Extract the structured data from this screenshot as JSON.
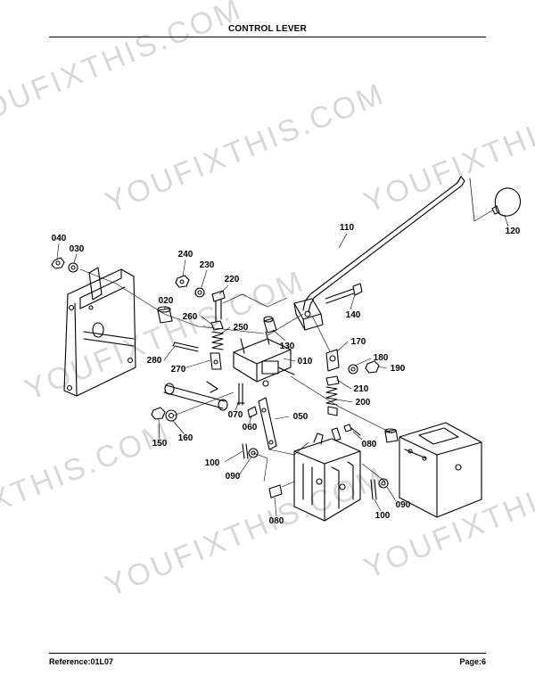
{
  "page": {
    "title": "CONTROL LEVER",
    "reference": "Reference:01L07",
    "page_number": "Page:6",
    "watermark": "YOUFIXTHIS.COM"
  },
  "callouts": [
    "040",
    "030",
    "240",
    "230",
    "220",
    "020",
    "260",
    "250",
    "280",
    "270",
    "010",
    "130",
    "110",
    "120",
    "140",
    "170",
    "180",
    "190",
    "210",
    "200",
    "070",
    "060",
    "050",
    "150",
    "160",
    "080",
    "100",
    "090",
    "080",
    "100",
    "090"
  ]
}
